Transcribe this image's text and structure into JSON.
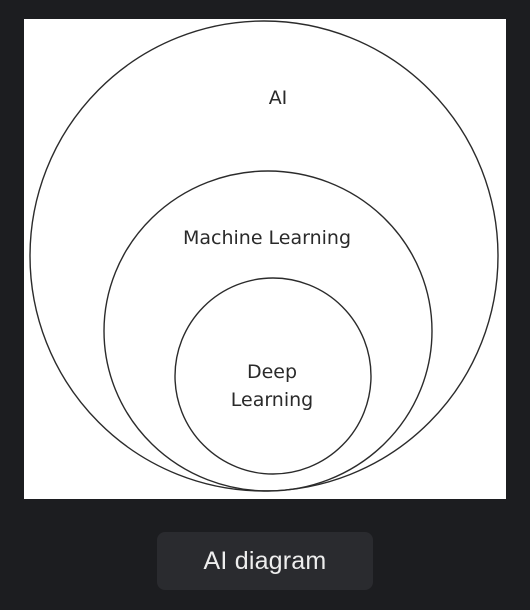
{
  "diagram": {
    "outer_label": "AI",
    "middle_label": "Machine Learning",
    "inner_label_line1": "Deep",
    "inner_label_line2": "Learning"
  },
  "caption": {
    "label": "AI diagram"
  },
  "colors": {
    "background": "#1c1d20",
    "card": "#ffffff",
    "stroke": "#2b2b2b",
    "chip": "#2a2b2f",
    "chip_text": "#eeeeee"
  }
}
